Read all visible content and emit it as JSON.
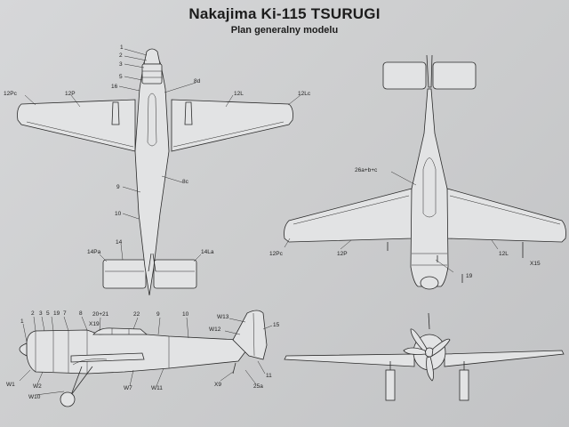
{
  "title": "Nakajima Ki-115 TSURUGI",
  "subtitle": "Plan generalny modelu",
  "top_view_labels": {
    "l1": "1",
    "l2": "2",
    "l3": "3",
    "l5": "5",
    "l16": "16",
    "l8d": "8d",
    "l12Pc": "12Pc",
    "l12P": "12P",
    "l12L": "12L",
    "l12Lc": "12Lc",
    "l9": "9",
    "l8c": "8c",
    "l10": "10",
    "l14": "14",
    "l14Pa": "14Pa",
    "l14La": "14La"
  },
  "bottom_view_labels": {
    "l26": "26a+b+c",
    "l12Pc": "12Pc",
    "l12P": "12P",
    "l12L": "12L",
    "lX15": "X15",
    "l19": "19"
  },
  "side_view_labels": {
    "l2": "2",
    "l3": "3",
    "l5": "5",
    "l19": "19",
    "l7": "7",
    "l8": "8",
    "l2021": "20+21",
    "l22": "22",
    "l9": "9",
    "l10": "10",
    "lW13": "W13",
    "lW12": "W12",
    "l15": "15",
    "l1": "1",
    "lX19": "X19",
    "lW1": "W1",
    "lW2": "W2",
    "lW10": "W10",
    "lW7": "W7",
    "lW11": "W11",
    "lX9": "X9",
    "l25a": "25a",
    "l11": "11"
  }
}
